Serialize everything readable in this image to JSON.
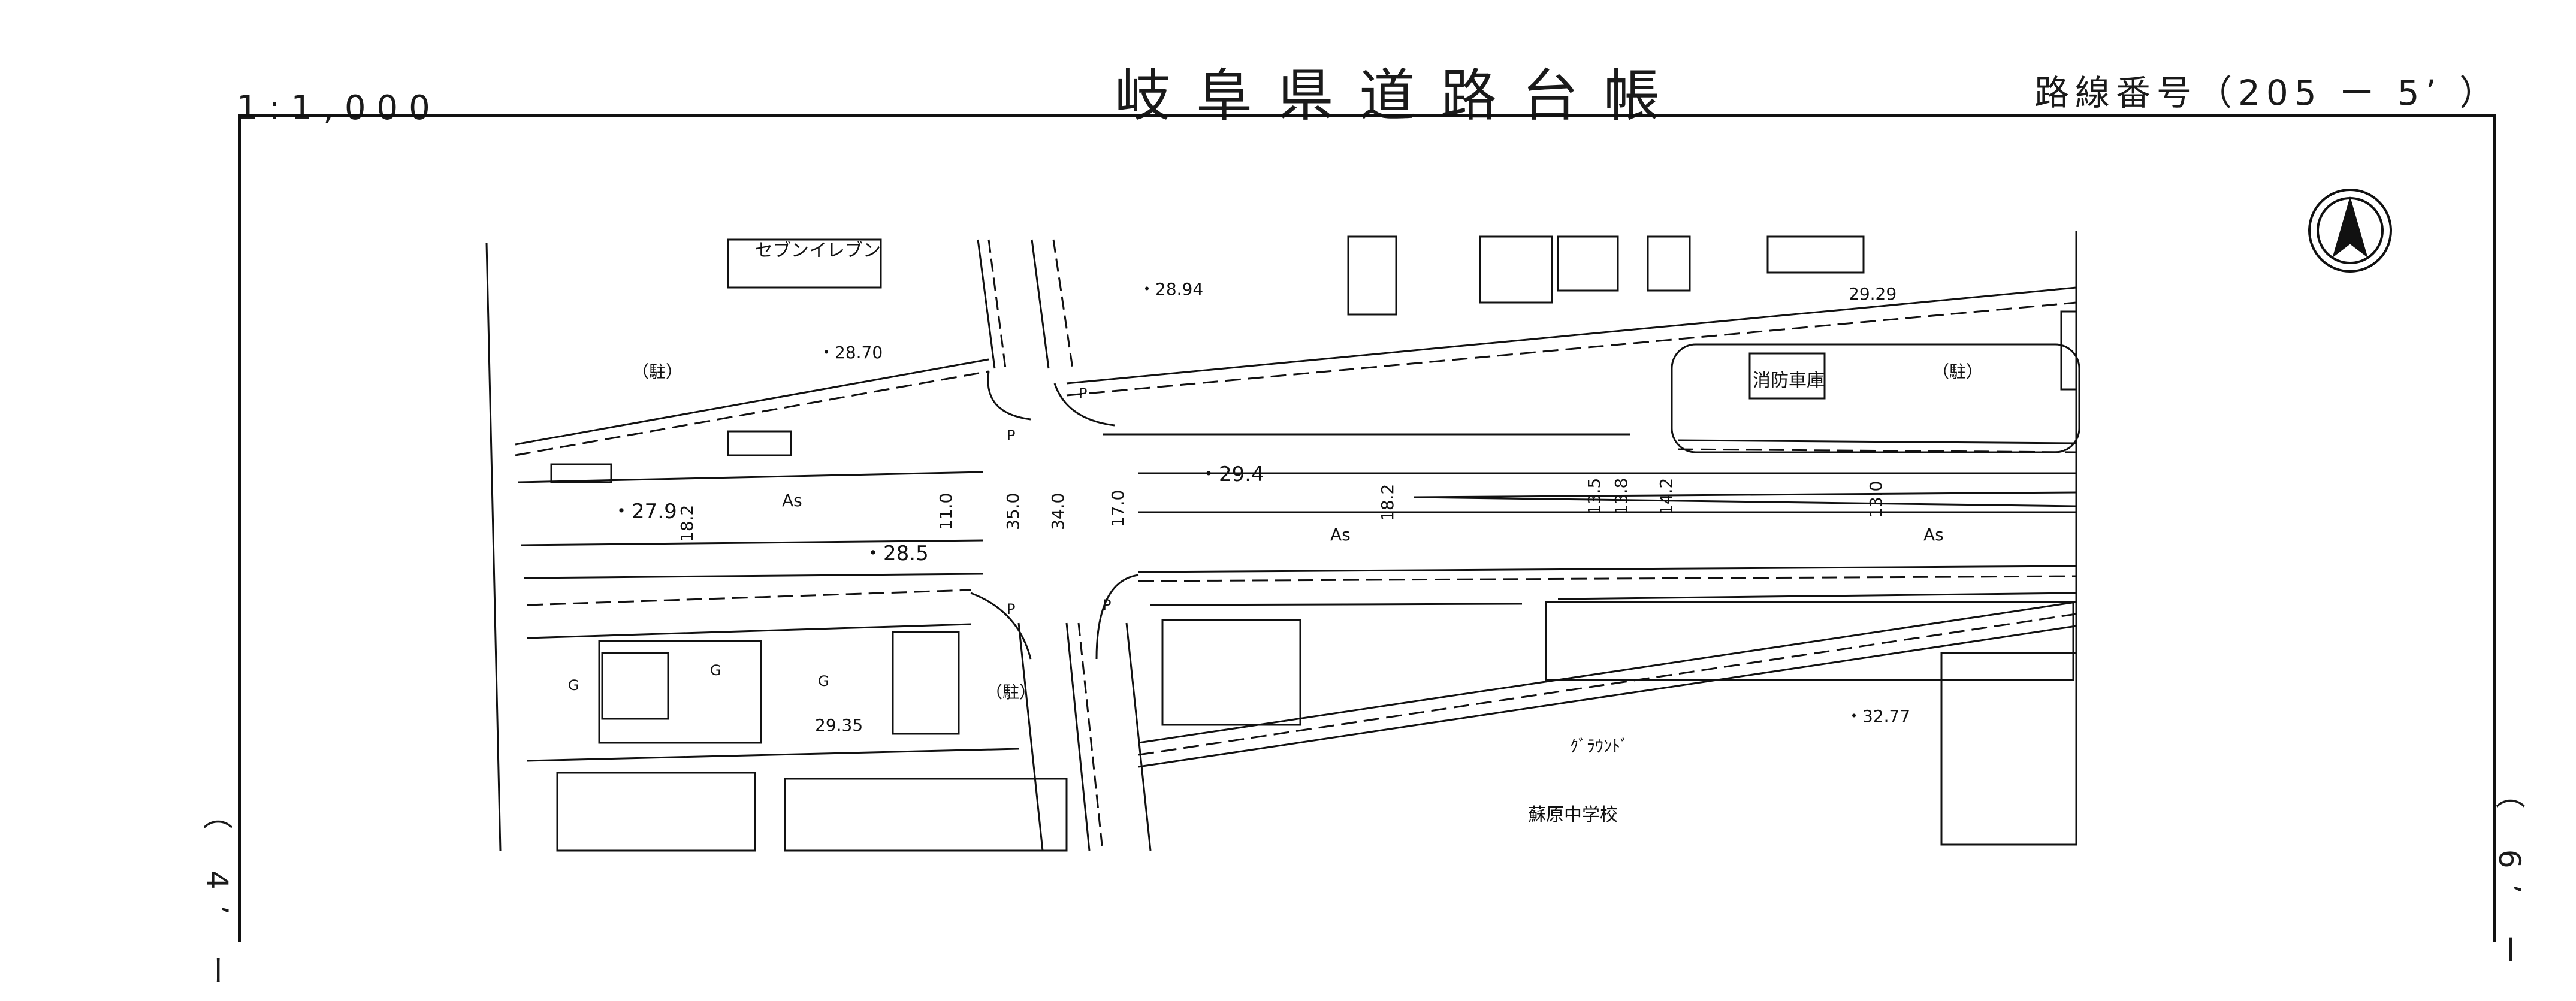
{
  "header": {
    "scale": "1:1,000",
    "title": "岐阜県道路台帳",
    "route_number": "路線番号（205 ー 5’ ）"
  },
  "side_labels": {
    "left": "（ 4’ ー",
    "right": "（ 6’ ー"
  },
  "map": {
    "facility_labels": {
      "seven_eleven": "セブンイレブン",
      "fire_garage": "消防車庫",
      "school": "蘇原中学校",
      "ground": "ｸﾞﾗｳﾝﾄﾞ",
      "parking_nw": "（駐）",
      "parking_ne": "（駐）",
      "parking_sw": "（駐）"
    },
    "surface_labels": [
      "As",
      "As",
      "As"
    ],
    "elevations": [
      "・28.70",
      "・28.94",
      "29.29",
      "・27.9",
      "・28.5",
      "・29.4",
      "29.35",
      "・32.77"
    ],
    "widths": [
      "18.2",
      "11.0",
      "35.0",
      "34.0",
      "17.0",
      "18.2",
      "13.5",
      "13.8",
      "14.2",
      "13.0"
    ],
    "misc_marks": [
      "G",
      "G",
      "G",
      "P",
      "P",
      "P",
      "P"
    ],
    "icon": "north-arrow-icon"
  }
}
